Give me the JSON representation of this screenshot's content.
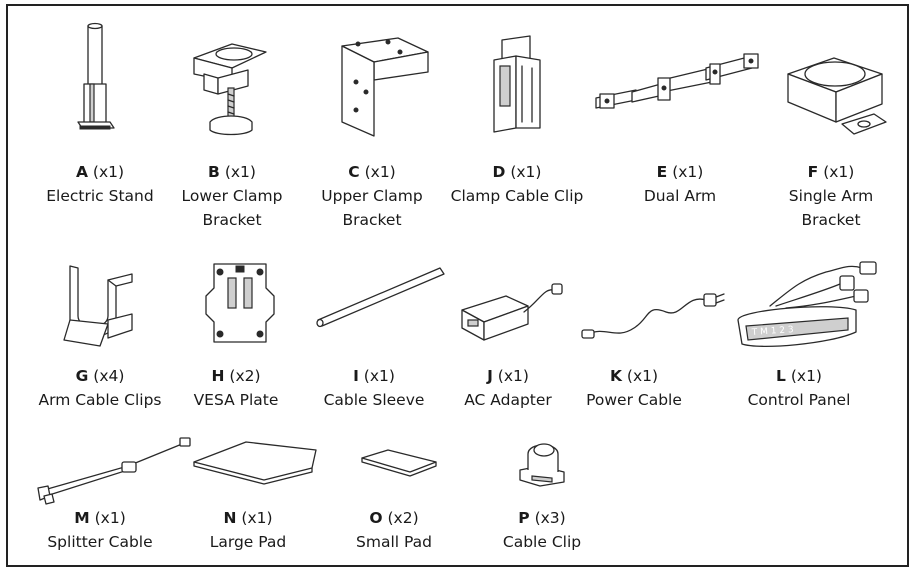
{
  "parts": [
    {
      "id": "A",
      "qty": "(x1)",
      "name": "Electric Stand",
      "icon": "electric-stand"
    },
    {
      "id": "B",
      "qty": "(x1)",
      "name": "Lower Clamp Bracket",
      "icon": "lower-clamp-bracket"
    },
    {
      "id": "C",
      "qty": "(x1)",
      "name": "Upper Clamp Bracket",
      "icon": "upper-clamp-bracket"
    },
    {
      "id": "D",
      "qty": "(x1)",
      "name": "Clamp Cable Clip",
      "icon": "clamp-cable-clip"
    },
    {
      "id": "E",
      "qty": "(x1)",
      "name": "Dual Arm",
      "icon": "dual-arm"
    },
    {
      "id": "F",
      "qty": "(x1)",
      "name": "Single Arm Bracket",
      "icon": "single-arm-bracket"
    },
    {
      "id": "G",
      "qty": "(x4)",
      "name": "Arm Cable Clips",
      "icon": "arm-cable-clip"
    },
    {
      "id": "H",
      "qty": "(x2)",
      "name": "VESA Plate",
      "icon": "vesa-plate"
    },
    {
      "id": "I",
      "qty": "(x1)",
      "name": "Cable Sleeve",
      "icon": "cable-sleeve"
    },
    {
      "id": "J",
      "qty": "(x1)",
      "name": "AC Adapter",
      "icon": "ac-adapter"
    },
    {
      "id": "K",
      "qty": "(x1)",
      "name": "Power Cable",
      "icon": "power-cable"
    },
    {
      "id": "L",
      "qty": "(x1)",
      "name": "Control Panel",
      "icon": "control-panel"
    },
    {
      "id": "M",
      "qty": "(x1)",
      "name": "Splitter Cable",
      "icon": "splitter-cable"
    },
    {
      "id": "N",
      "qty": "(x1)",
      "name": "Large Pad",
      "icon": "large-pad"
    },
    {
      "id": "O",
      "qty": "(x2)",
      "name": "Small Pad",
      "icon": "small-pad"
    },
    {
      "id": "P",
      "qty": "(x3)",
      "name": "Cable Clip",
      "icon": "cable-clip"
    }
  ],
  "control_panel_keys": "T M 1 2 3"
}
